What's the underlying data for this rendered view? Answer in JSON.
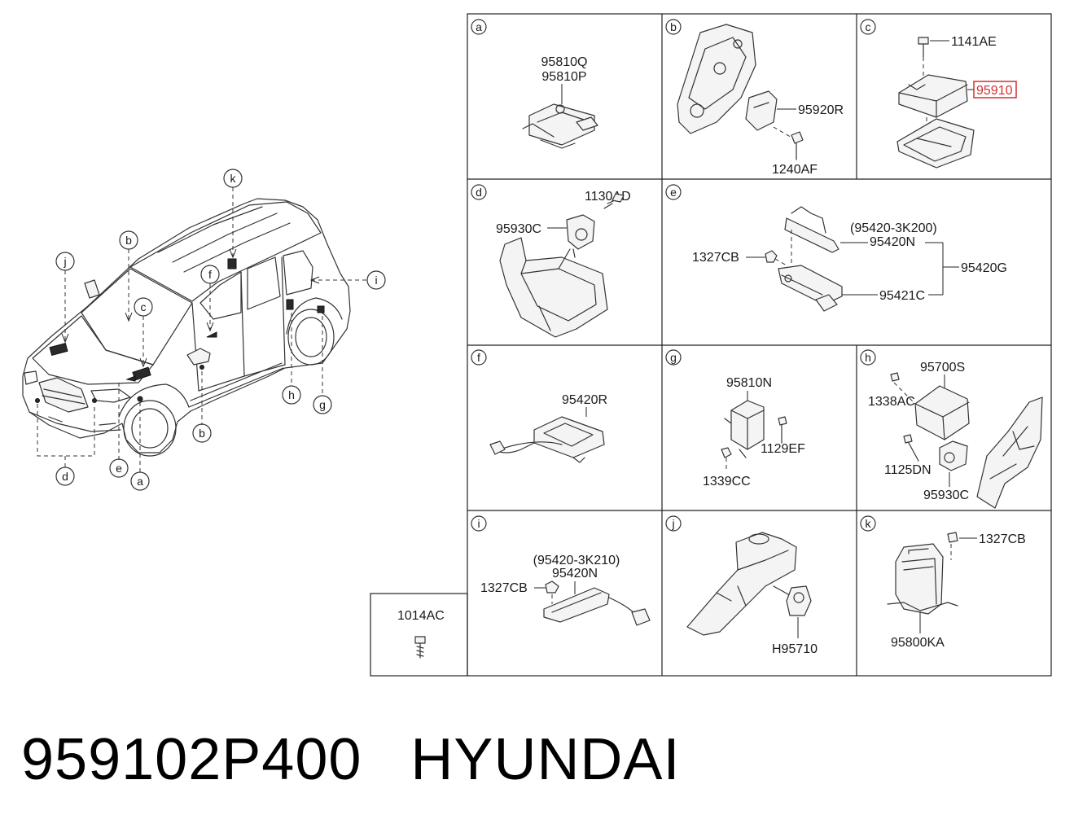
{
  "footer": {
    "part_number": "959102P400",
    "brand": "HYUNDAI"
  },
  "highlight_color": "#d32f2f",
  "car_callouts": {
    "j": "j",
    "b_top": "b",
    "c": "c",
    "k": "k",
    "f": "f",
    "i": "i",
    "h": "h",
    "g": "g",
    "b_bottom": "b",
    "d": "d",
    "e": "e",
    "a": "a"
  },
  "panels": {
    "a": {
      "letter": "a",
      "parts": [
        "95810Q",
        "95810P"
      ]
    },
    "b": {
      "letter": "b",
      "parts": [
        "95920R",
        "1240AF"
      ]
    },
    "c": {
      "letter": "c",
      "parts": [
        "1141AE",
        "95910"
      ]
    },
    "d": {
      "letter": "d",
      "parts": [
        "1130AD",
        "95930C"
      ]
    },
    "e": {
      "letter": "e",
      "parts": [
        "(95420-3K200)",
        "95420N",
        "1327CB",
        "95420G",
        "95421C"
      ]
    },
    "f": {
      "letter": "f",
      "parts": [
        "95420R"
      ]
    },
    "g": {
      "letter": "g",
      "parts": [
        "95810N",
        "1129EF",
        "1339CC"
      ]
    },
    "h": {
      "letter": "h",
      "parts": [
        "95700S",
        "1338AC",
        "1125DN",
        "95930C"
      ]
    },
    "i": {
      "letter": "i",
      "parts": [
        "(95420-3K210)",
        "95420N",
        "1327CB"
      ]
    },
    "j": {
      "letter": "j",
      "parts": [
        "H95710"
      ]
    },
    "k": {
      "letter": "k",
      "parts": [
        "1327CB",
        "95800KA"
      ]
    },
    "extra": {
      "parts": [
        "1014AC"
      ]
    }
  }
}
